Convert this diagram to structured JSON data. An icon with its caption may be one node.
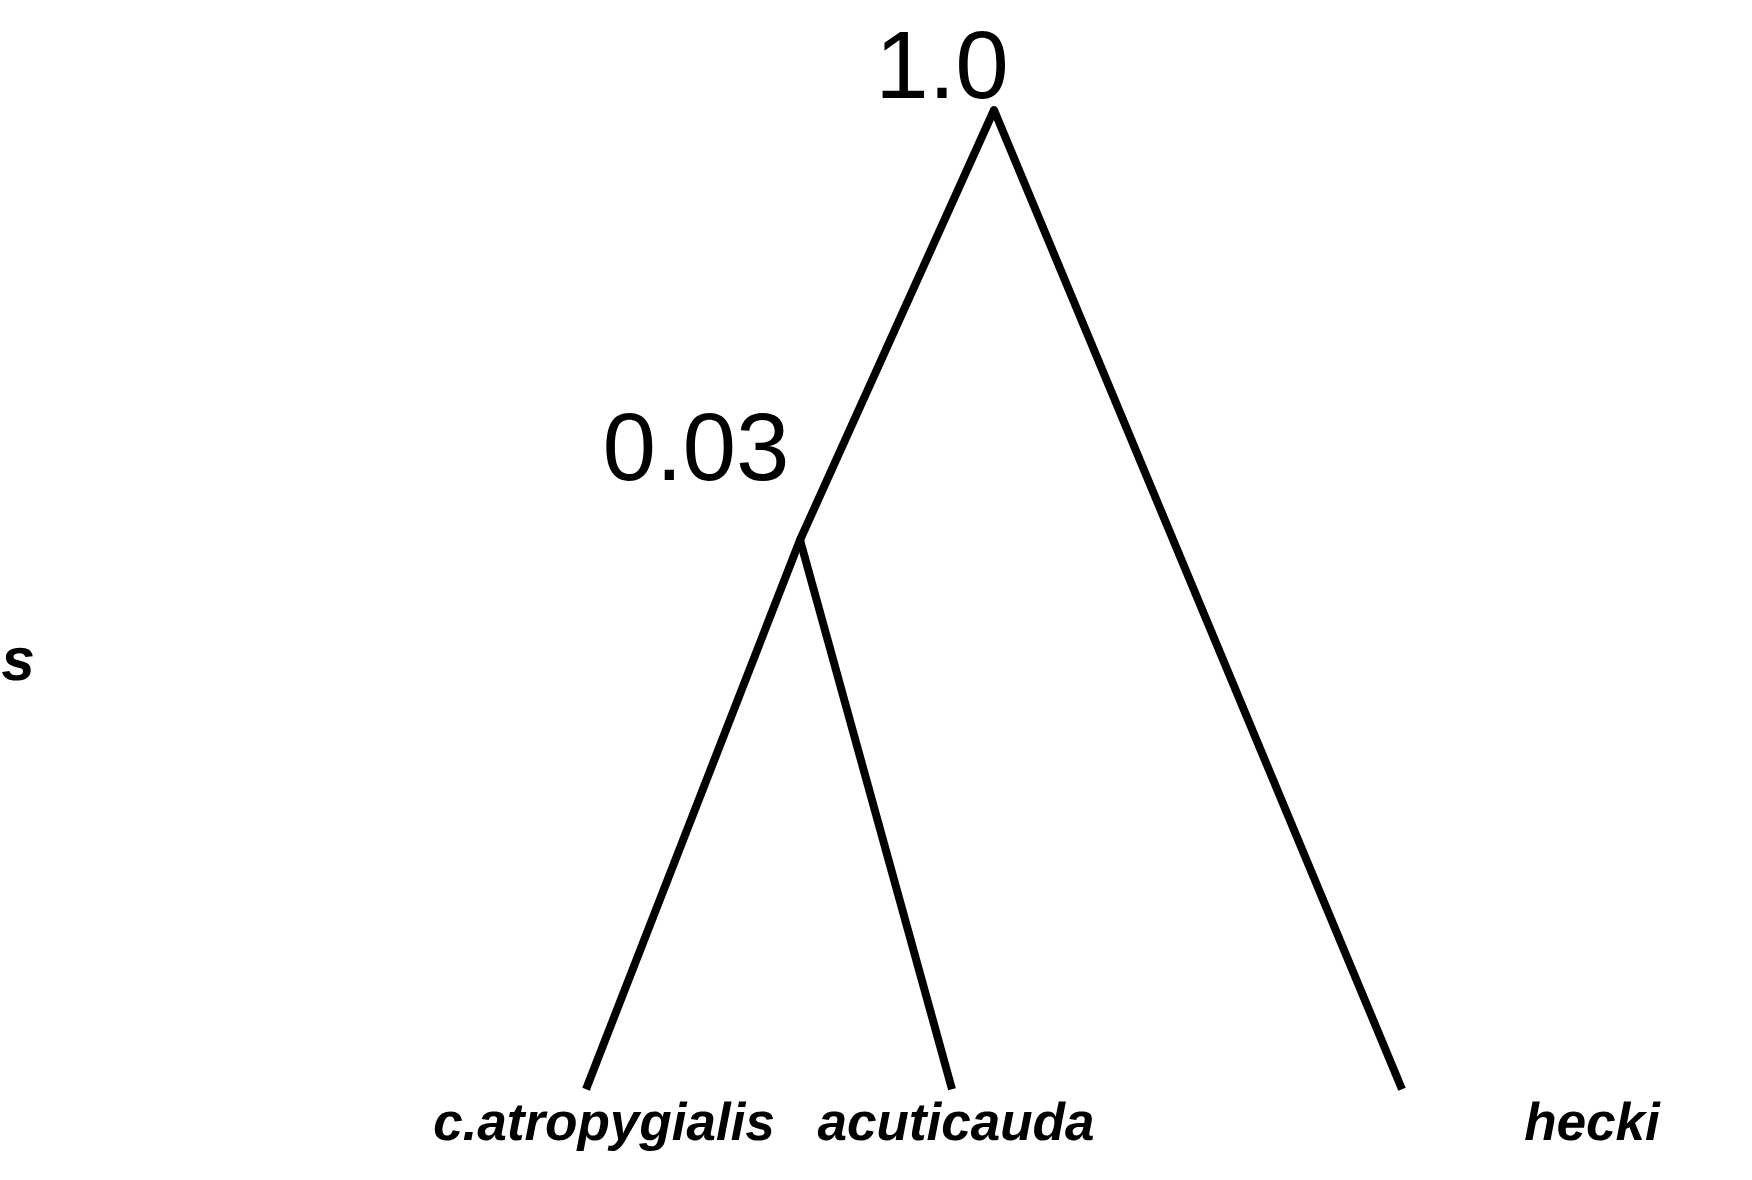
{
  "diagram": {
    "nodes": [
      {
        "text": [],
        "shape": "point",
        "beside": [
          "1.0"
        ]
      },
      {
        "text": [],
        "shape": "point",
        "beside": [
          "0.03"
        ]
      },
      {
        "text": [
          "c.atropygialis"
        ]
      },
      {
        "text": [
          "acuticauda"
        ]
      },
      {
        "text": [
          "hecki"
        ]
      }
    ],
    "edges": [
      {
        "from": 0,
        "to": 1,
        "arrow": "none"
      },
      {
        "from": 0,
        "to": 4,
        "arrow": "none"
      },
      {
        "from": 1,
        "to": 2,
        "arrow": "none"
      },
      {
        "from": 1,
        "to": 3,
        "arrow": "none"
      }
    ],
    "labels": [
      "s"
    ]
  }
}
